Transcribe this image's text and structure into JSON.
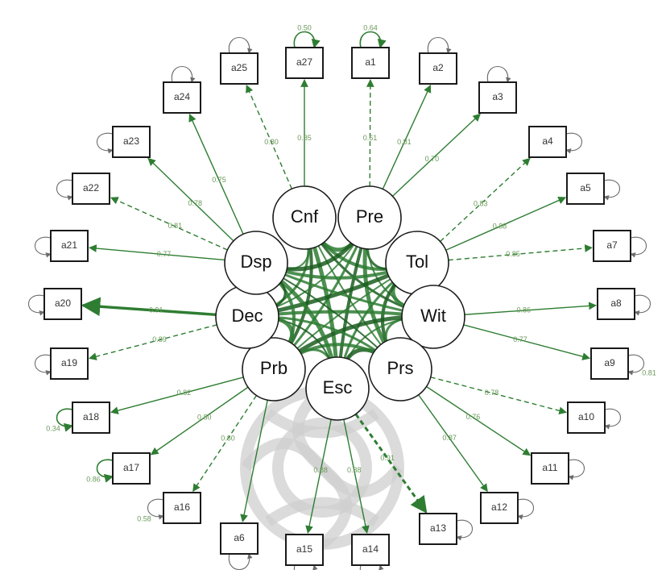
{
  "factors": [
    {
      "id": "Cnf",
      "label": "Cnf"
    },
    {
      "id": "Pre",
      "label": "Pre"
    },
    {
      "id": "Tol",
      "label": "Tol"
    },
    {
      "id": "Wit",
      "label": "Wit"
    },
    {
      "id": "Prs",
      "label": "Prs"
    },
    {
      "id": "Esc",
      "label": "Esc"
    },
    {
      "id": "Prb",
      "label": "Prb"
    },
    {
      "id": "Dec",
      "label": "Dec"
    },
    {
      "id": "Dsp",
      "label": "Dsp"
    }
  ],
  "indicators": [
    {
      "id": "a1",
      "label": "a1",
      "factor": "Pre",
      "loading": "0.61",
      "style": "dashed",
      "variance": "0.64",
      "loop": "green"
    },
    {
      "id": "a2",
      "label": "a2",
      "factor": "Pre",
      "loading": "0.81",
      "style": "solid",
      "variance": "",
      "loop": "grey"
    },
    {
      "id": "a3",
      "label": "a3",
      "factor": "Pre",
      "loading": "0.70",
      "style": "solid",
      "variance": "",
      "loop": "grey"
    },
    {
      "id": "a4",
      "label": "a4",
      "factor": "Tol",
      "loading": "0.83",
      "style": "dashed",
      "variance": "",
      "loop": "grey"
    },
    {
      "id": "a5",
      "label": "a5",
      "factor": "Tol",
      "loading": "0.88",
      "style": "solid",
      "variance": "",
      "loop": "grey"
    },
    {
      "id": "a7",
      "label": "a7",
      "factor": "Tol",
      "loading": "0.85",
      "style": "dashed",
      "variance": "",
      "loop": "grey"
    },
    {
      "id": "a8",
      "label": "a8",
      "factor": "Wit",
      "loading": "0.86",
      "style": "solid",
      "variance": "",
      "loop": "grey"
    },
    {
      "id": "a9",
      "label": "a9",
      "factor": "Wit",
      "loading": "0.77",
      "style": "solid",
      "variance": "0.81",
      "loop": "grey"
    },
    {
      "id": "a10",
      "label": "a10",
      "factor": "Prs",
      "loading": "0.78",
      "style": "dashed",
      "variance": "",
      "loop": "grey"
    },
    {
      "id": "a11",
      "label": "a11",
      "factor": "Prs",
      "loading": "0.76",
      "style": "solid",
      "variance": "",
      "loop": "grey"
    },
    {
      "id": "a12",
      "label": "a12",
      "factor": "Prs",
      "loading": "0.87",
      "style": "solid",
      "variance": "",
      "loop": "grey"
    },
    {
      "id": "a13",
      "label": "a13",
      "factor": "Esc",
      "loading": "0.91",
      "style": "dashed",
      "variance": "",
      "loop": "grey"
    },
    {
      "id": "a14",
      "label": "a14",
      "factor": "Esc",
      "loading": "0.88",
      "style": "solid",
      "variance": "",
      "loop": "grey"
    },
    {
      "id": "a15",
      "label": "a15",
      "factor": "Esc",
      "loading": "0.88",
      "style": "solid",
      "variance": "",
      "loop": "grey"
    },
    {
      "id": "a6",
      "label": "a6",
      "factor": "Prb",
      "loading": "",
      "style": "solid",
      "variance": "",
      "loop": "grey"
    },
    {
      "id": "a16",
      "label": "a16",
      "factor": "Prb",
      "loading": "0.80",
      "style": "dashed",
      "variance": "0.58",
      "loop": "grey"
    },
    {
      "id": "a17",
      "label": "a17",
      "factor": "Prb",
      "loading": "0.80",
      "style": "solid",
      "variance": "0.86",
      "loop": "green"
    },
    {
      "id": "a18",
      "label": "a18",
      "factor": "Prb",
      "loading": "0.82",
      "style": "solid",
      "variance": "0.34",
      "loop": "green"
    },
    {
      "id": "a19",
      "label": "a19",
      "factor": "Dec",
      "loading": "0.89",
      "style": "dashed",
      "variance": "",
      "loop": "grey"
    },
    {
      "id": "a20",
      "label": "a20",
      "factor": "Dec",
      "loading": "0.91",
      "style": "solid",
      "variance": "",
      "loop": "grey"
    },
    {
      "id": "a21",
      "label": "a21",
      "factor": "Dsp",
      "loading": "0.77",
      "style": "solid",
      "variance": "",
      "loop": "grey"
    },
    {
      "id": "a22",
      "label": "a22",
      "factor": "Dsp",
      "loading": "0.81",
      "style": "dashed",
      "variance": "",
      "loop": "grey"
    },
    {
      "id": "a23",
      "label": "a23",
      "factor": "Dsp",
      "loading": "0.78",
      "style": "solid",
      "variance": "",
      "loop": "grey"
    },
    {
      "id": "a24",
      "label": "a24",
      "factor": "Dsp",
      "loading": "0.75",
      "style": "solid",
      "variance": "",
      "loop": "grey"
    },
    {
      "id": "a25",
      "label": "a25",
      "factor": "Cnf",
      "loading": "0.80",
      "style": "dashed",
      "variance": "",
      "loop": "grey"
    },
    {
      "id": "a27",
      "label": "a27",
      "factor": "Cnf",
      "loading": "0.85",
      "style": "solid",
      "variance": "0.50",
      "loop": "green"
    }
  ],
  "colors": {
    "edge": "#2e7d32",
    "loading_label": "#6a9a5a",
    "box_border": "#1a1a1a",
    "watermark": "#cfcfcf"
  }
}
